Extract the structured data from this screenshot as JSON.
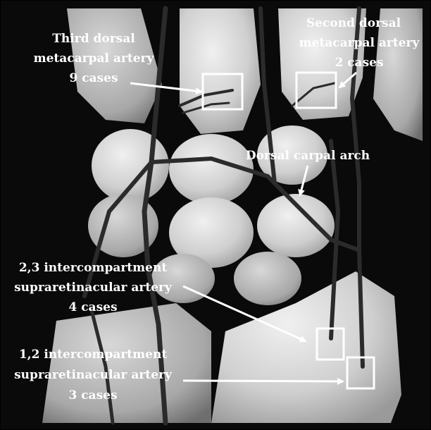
{
  "labels": {
    "third_dorsal": {
      "line1": "Third dorsal",
      "line2": "metacarpal artery",
      "line3": "9 cases"
    },
    "second_dorsal": {
      "line1": "Second dorsal",
      "line2": "metacarpal artery",
      "line3": "2 cases"
    },
    "dorsal_carpal_arch": {
      "line1": "Dorsal carpal arch"
    },
    "ic_2_3": {
      "line1": "2,3 intercompartment",
      "line2": "supraretinacular artery",
      "line3": "4 cases"
    },
    "ic_1_2": {
      "line1": "1,2 intercompartment",
      "line2": "supraretinacular artery",
      "line3": "3 cases"
    }
  },
  "colors": {
    "background": "#0a0a0a",
    "bone": "#d8d8d8",
    "vessel": "#2e2e2e",
    "annotation": "#ffffff"
  }
}
